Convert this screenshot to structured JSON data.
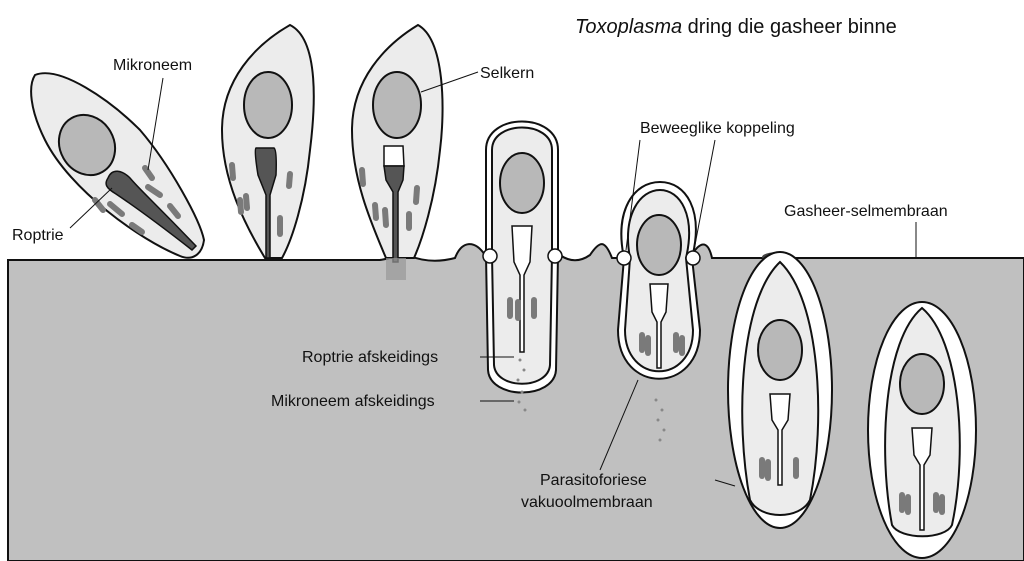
{
  "title": {
    "italic": "Toxoplasma",
    "rest": " dring die gasheer binne"
  },
  "labels": {
    "microneme": "Mikroneem",
    "rhoptry": "Roptrie",
    "nucleus": "Selkern",
    "moving_junction": "Beweeglike koppeling",
    "host_membrane": "Gasheer-selmembraan",
    "rhoptry_secretions": "Roptrie afskeidings",
    "microneme_secretions": "Mikroneem afskeidings",
    "pv_membrane_line1": "Parasitoforiese",
    "pv_membrane_line2": "vakuoolmembraan"
  }
}
